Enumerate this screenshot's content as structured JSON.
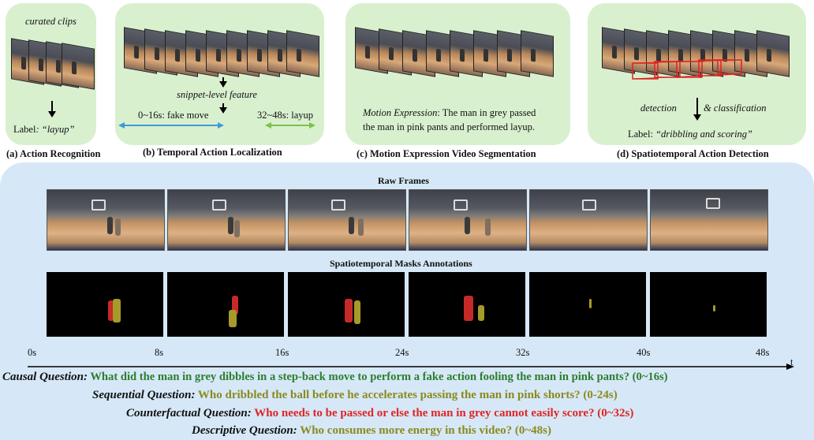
{
  "panel_a": {
    "top_label": "curated clips",
    "bottom_label_prefix": "Label",
    "bottom_label_value": ": “layup”",
    "caption": "(a) Action Recognition"
  },
  "panel_b": {
    "feature_label": "snippet-level feature",
    "segment_left": "0~16s: fake move",
    "segment_right": "32~48s: layup",
    "segment_left_color": "#3e9ad6",
    "segment_right_color": "#7ac24a",
    "caption": "(b) Temporal Action Localization"
  },
  "panel_c": {
    "expression_label": "Motion Expression",
    "expression_text_1": ": The man in grey passed",
    "expression_text_2": "the man in pink pants and performed layup.",
    "caption": "(c) Motion Expression Video Segmentation"
  },
  "panel_d": {
    "step_1": "detection",
    "step_2": "& classification",
    "label_prefix": "Label: ",
    "label_value": "“dribbling and scoring”",
    "box_color": "#e02020",
    "caption": "(d) Spatiotemporal Action Detection"
  },
  "bottom": {
    "raw_frames_title": "Raw Frames",
    "masks_title": "Spatiotemporal Masks Annotations",
    "timeline": {
      "ticks": [
        "0s",
        "8s",
        "16s",
        "24s",
        "32s",
        "40s",
        "48s"
      ],
      "axis_label": "t"
    },
    "questions": [
      {
        "label": "Causal Question:",
        "text": " What did the man in grey dibbles in a step-back move to perform a fake action fooling the man in pink pants? (0~16s)",
        "color": "#2e7d2e"
      },
      {
        "label": "Sequential Question:",
        "text": " Who dribbled the ball before he accelerates passing the man in pink shorts? (0-24s)",
        "color": "#8a8a1e"
      },
      {
        "label": "Counterfactual Question:",
        "text": " Who needs to be passed or else the man in grey cannot easily score? (0~32s)",
        "color": "#e02424"
      },
      {
        "label": "Descriptive Question:",
        "text": " Who consumes more energy in this video? (0~48s)",
        "color": "#8a8a1e"
      }
    ]
  }
}
